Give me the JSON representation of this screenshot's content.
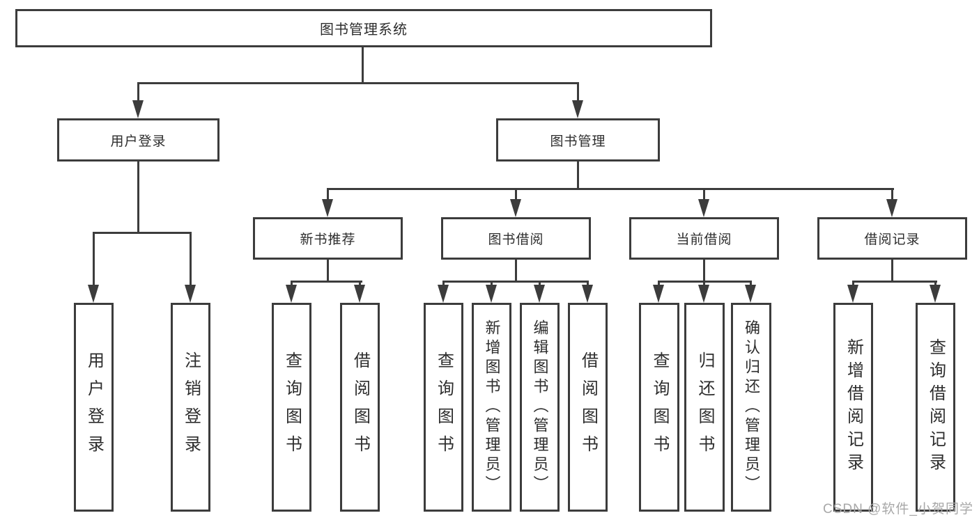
{
  "tree": {
    "label": "图书管理系统",
    "children": [
      {
        "label": "用户登录",
        "children": [
          {
            "label": "用户登录"
          },
          {
            "label": "注销登录"
          }
        ]
      },
      {
        "label": "图书管理",
        "children": [
          {
            "label": "新书推荐",
            "children": [
              {
                "label": "查询图书"
              },
              {
                "label": "借阅图书"
              }
            ]
          },
          {
            "label": "图书借阅",
            "children": [
              {
                "label": "查询图书"
              },
              {
                "label": "新增图书（管理员）"
              },
              {
                "label": "编辑图书（管理员）"
              },
              {
                "label": "借阅图书"
              }
            ]
          },
          {
            "label": "当前借阅",
            "children": [
              {
                "label": "查询图书"
              },
              {
                "label": "归还图书"
              },
              {
                "label": "确认归还（管理员）"
              }
            ]
          },
          {
            "label": "借阅记录",
            "children": [
              {
                "label": "新增借阅记录"
              },
              {
                "label": "查询借阅记录"
              }
            ]
          }
        ]
      }
    ]
  },
  "watermark": {
    "text": "CSDN @软件_小贺同学"
  },
  "colors": {
    "line": "#3c3c3c",
    "text": "#2d2d2d",
    "watermark": "#a8a8a8",
    "background": "#ffffff"
  }
}
